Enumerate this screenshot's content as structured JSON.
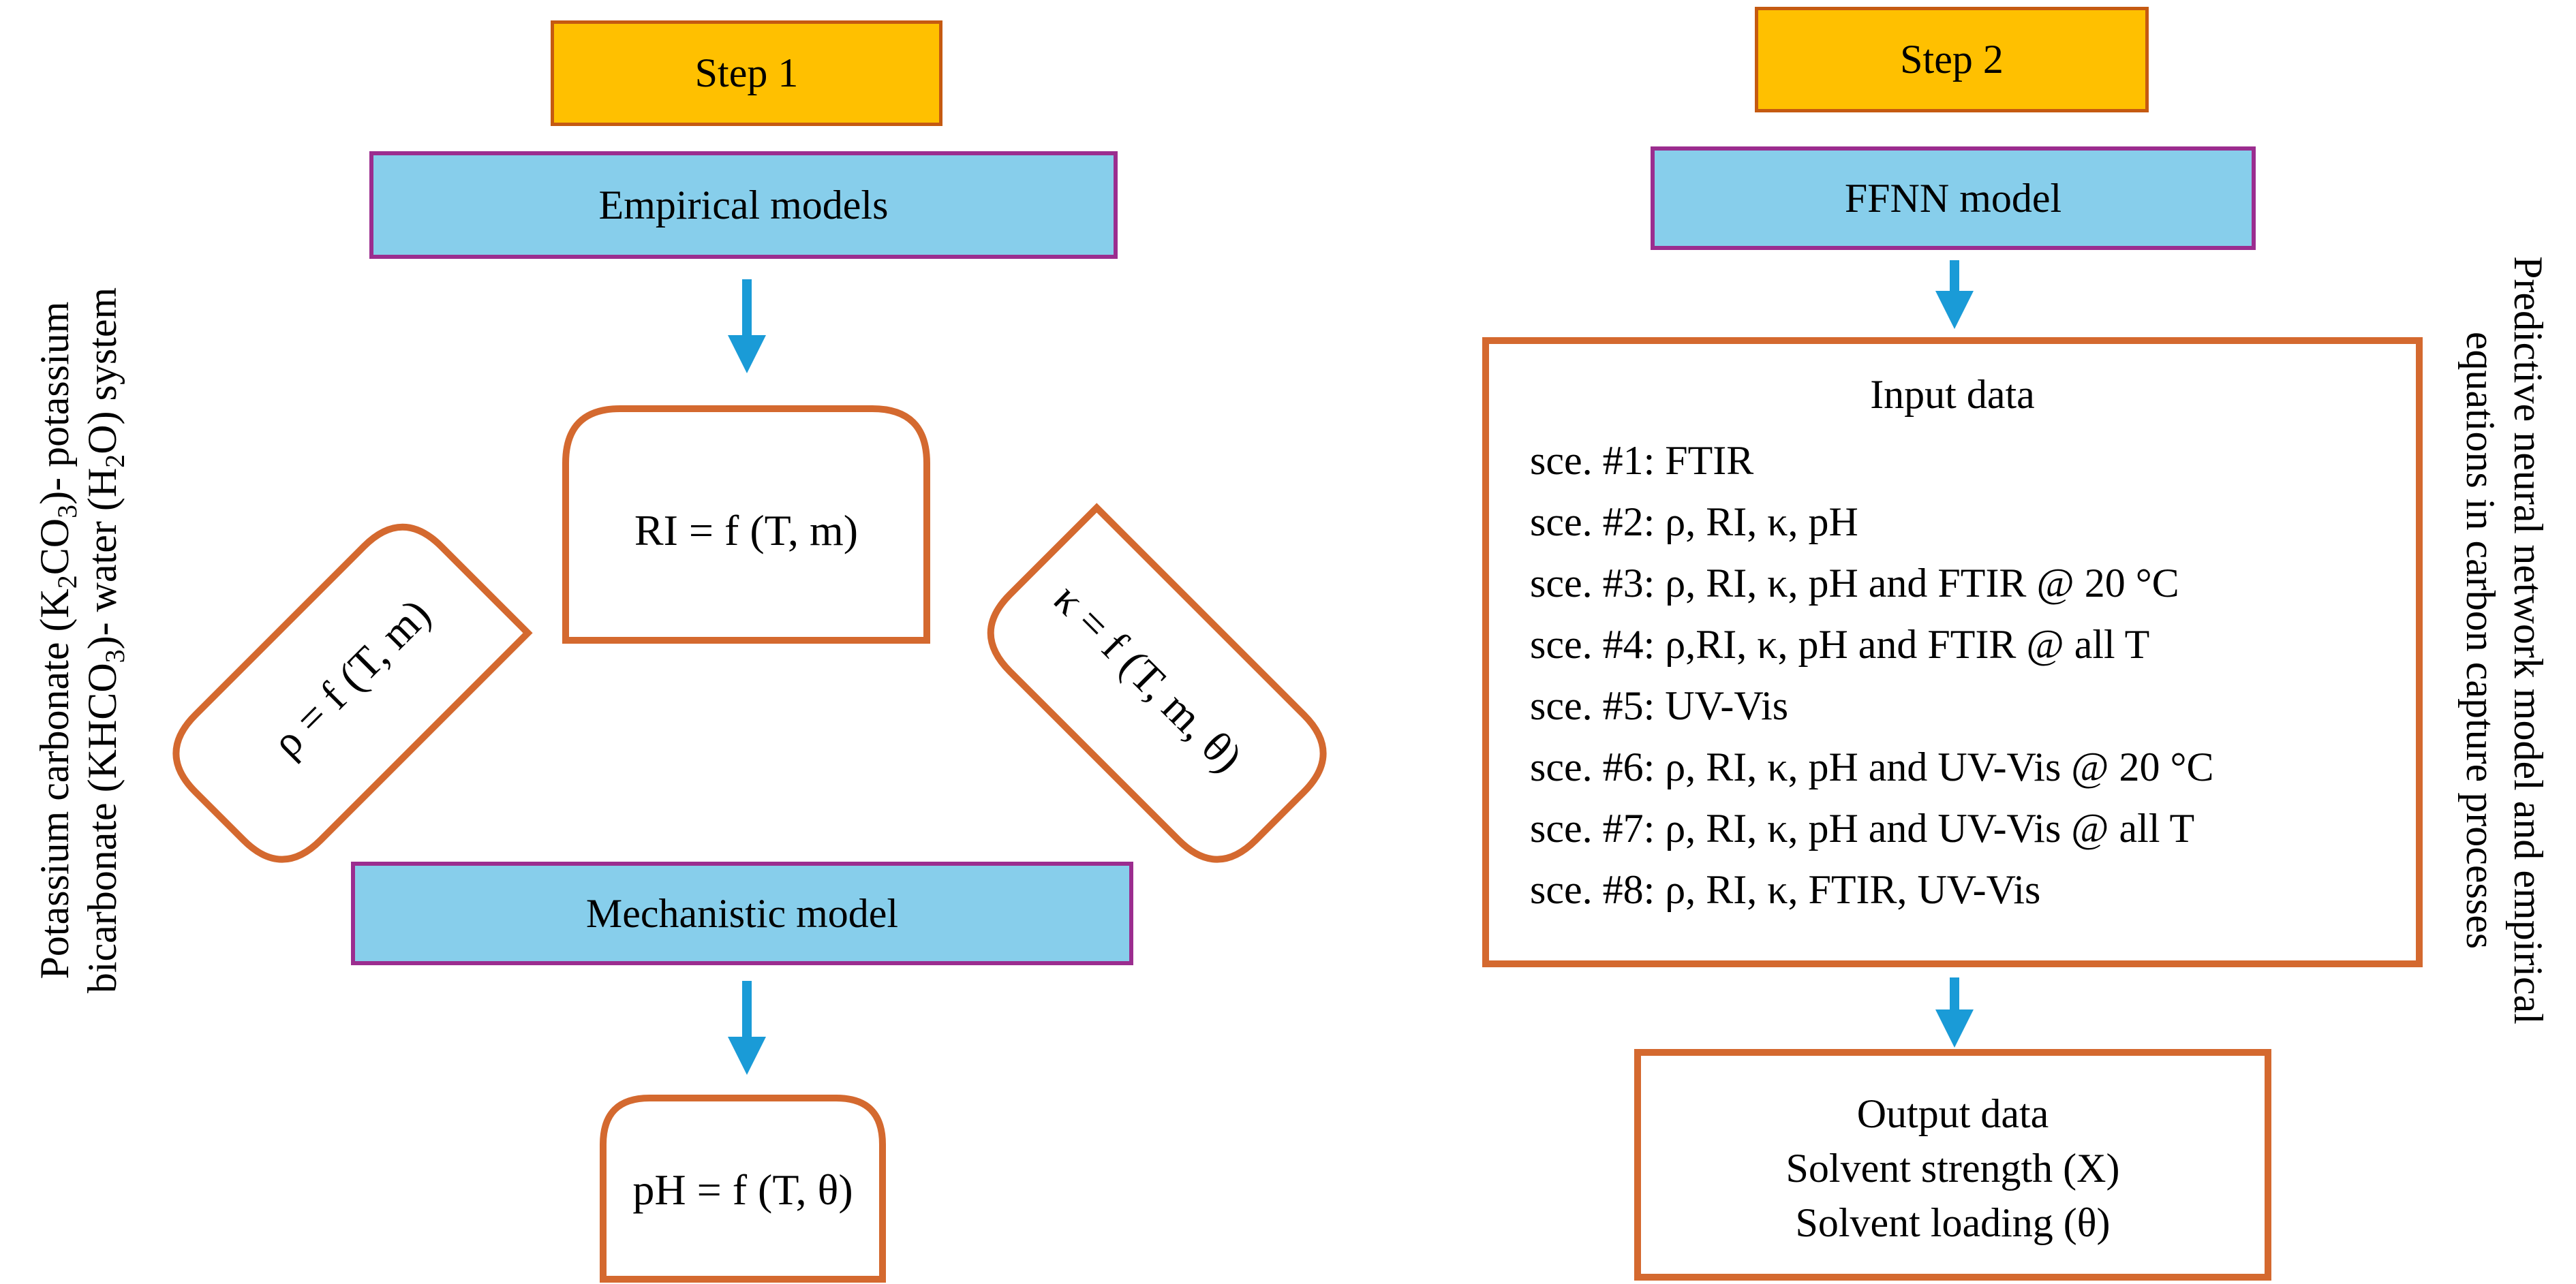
{
  "step1": {
    "label": "Step 1",
    "empirical": "Empirical models",
    "ri_eq": "RI = f (T, m)",
    "rho_eq": "ρ = f (T, m)",
    "kappa_eq": "κ = f (T, m, θ)",
    "mechanistic": "Mechanistic model",
    "ph_eq": "pH = f (T, θ)"
  },
  "step2": {
    "label": "Step 2",
    "ffnn": "FFNN model",
    "input_title": "Input data",
    "scenarios": [
      "sce. #1: FTIR",
      "sce. #2: ρ, RI, κ, pH",
      "sce. #3: ρ, RI, κ, pH and FTIR @ 20 °C",
      "sce. #4: ρ,RI, κ, pH and FTIR @ all T",
      "sce. #5: UV-Vis",
      "sce. #6: ρ, RI, κ, pH and UV-Vis @ 20 °C",
      "sce. #7: ρ, RI, κ, pH and UV-Vis @ all T",
      "sce. #8: ρ, RI, κ, FTIR, UV-Vis"
    ],
    "output_title": "Output data",
    "output_lines": [
      "Solvent strength (X)",
      "Solvent loading (θ)"
    ]
  },
  "left_label": {
    "line1": "Potassium carbonate (K2CO3)- potassium",
    "line2": "bicarbonate (KHCO3)- water (H2O) system"
  },
  "right_label": {
    "line1": "Predictive neural network model and empirical",
    "line2": "equations in carbon capture processes"
  },
  "colors": {
    "step_fill": "#ffc000",
    "model_fill": "#87ceeb",
    "model_border": "#9b2d8f",
    "shape_border": "#d4692f",
    "arrow": "#1a9bd7"
  }
}
